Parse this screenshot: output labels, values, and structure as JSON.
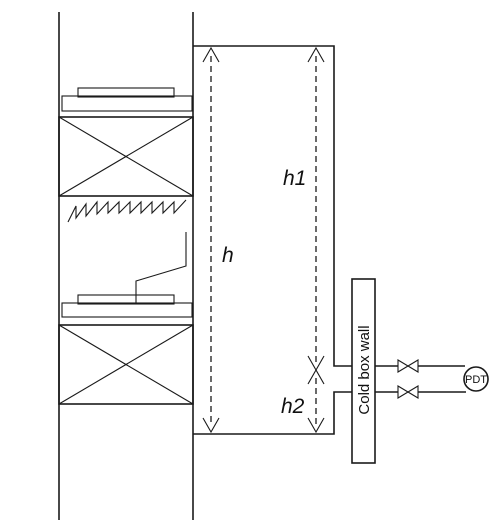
{
  "labels": {
    "h": "h",
    "h1": "h1",
    "h2": "h2",
    "cold_box_wall": "Cold box wall",
    "pdt": "PDT"
  }
}
